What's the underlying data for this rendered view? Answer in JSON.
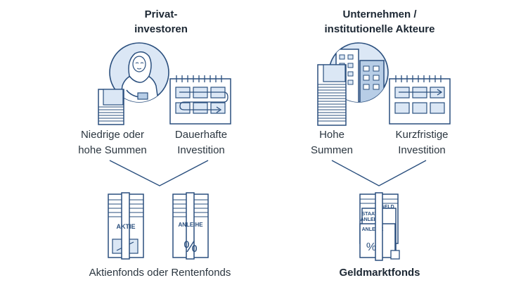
{
  "left": {
    "title_line1": "Privat-",
    "title_line2": "investoren",
    "label_a_line1": "Niedrige oder",
    "label_a_line2": "hohe Summen",
    "label_b_line1": "Dauerhafte",
    "label_b_line2": "Investition",
    "result": "Aktienfonds oder Rentenfonds"
  },
  "right": {
    "title_line1": "Unternehmen /",
    "title_line2": "institutionelle Akteure",
    "label_a_line1": "Hohe",
    "label_a_line2": "Summen",
    "label_b_line1": "Kurzfristige",
    "label_b_line2": "Investition",
    "result": "Geldmarktfonds"
  },
  "doc_labels": {
    "aktie_1": "AKTIE",
    "anleihe_1": "ANLEIHE",
    "geld": "GELD",
    "staats": "STAATS",
    "anleihe_2": "ANLEIHE",
    "anleihe_3": "ANLEIHE",
    "percent": "%"
  },
  "colors": {
    "outline": "#2a4f7e",
    "fill_light": "#dbe7f5",
    "fill_mid": "#b7cde6",
    "text": "#2b3640"
  }
}
